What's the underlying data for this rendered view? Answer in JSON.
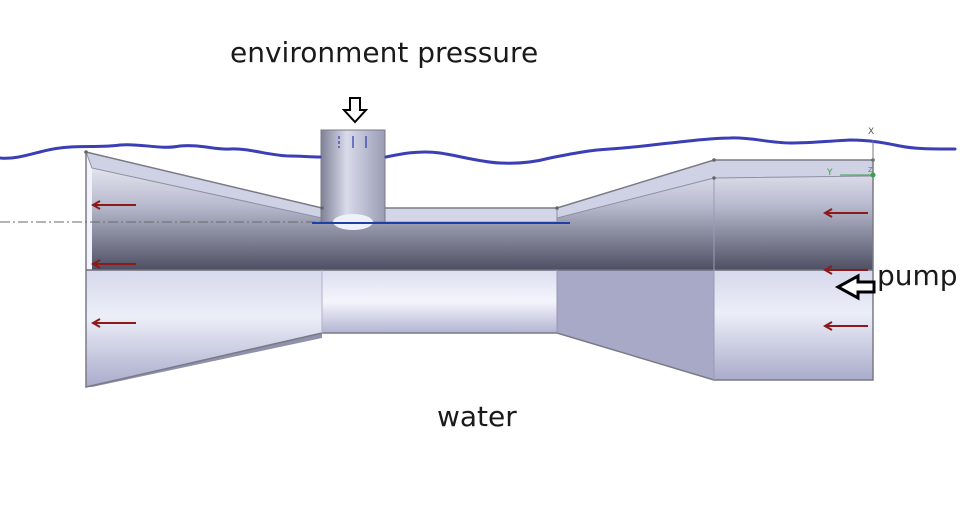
{
  "labels": {
    "environment_pressure": "environment pressure",
    "water": "water",
    "pump": "pump"
  },
  "triad": {
    "x": "X",
    "y": "Y",
    "z": "Z"
  },
  "colors": {
    "water_surface": "#3a3fb5",
    "flow_arrow": "#8b1a1a",
    "pipe_light": "#e4e6f4",
    "pipe_mid": "#b9bbd6",
    "pipe_dark": "#55566a",
    "outline": "#777777",
    "level_line": "#1f3fa8"
  },
  "icons": {
    "environment_pressure_arrow": "down-block-arrow-icon",
    "pump_arrow": "left-block-arrow-icon",
    "flow_arrows": "left-arrow-icon"
  }
}
